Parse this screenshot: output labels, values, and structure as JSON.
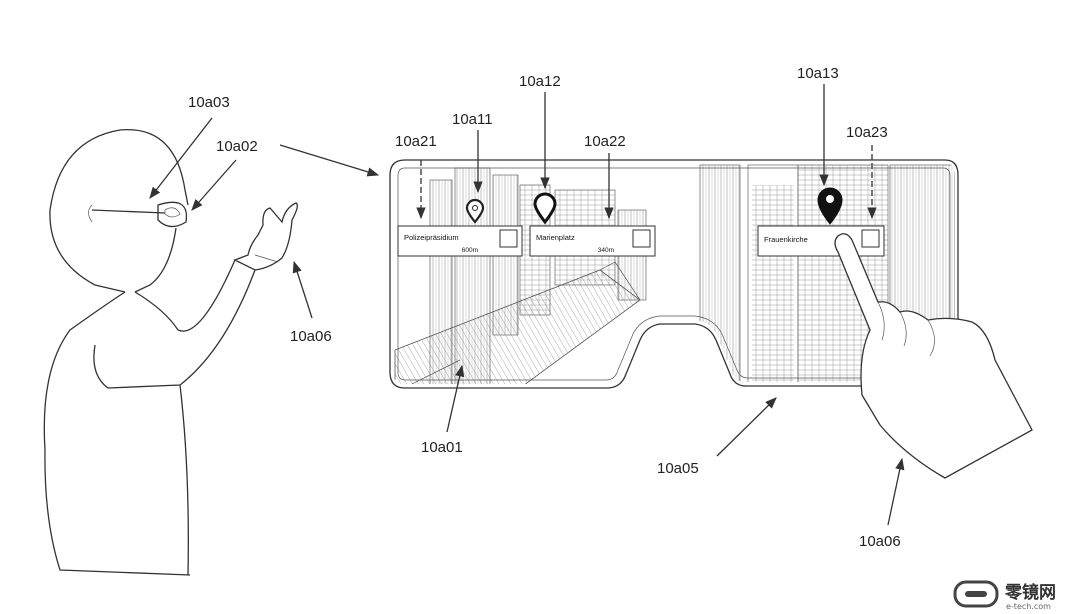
{
  "labels": {
    "display_right": "10a01",
    "glasses_frame": "10a02",
    "user_eye": "10a03",
    "glasses_outline": "10a05",
    "hand_left": "10a06",
    "hand_right": "10a06",
    "pin_1": "10a11",
    "pin_2": "10a12",
    "pin_3": "10a13",
    "card_1_ref": "10a21",
    "card_2_ref": "10a22",
    "card_3_ref": "10a23"
  },
  "poi_cards": [
    {
      "name": "Polizeipräsidium",
      "distance": "600m"
    },
    {
      "name": "Marienplatz",
      "distance": "340m"
    },
    {
      "name": "Frauenkirche",
      "distance": ""
    }
  ],
  "watermark": {
    "text": "零镜网",
    "subtext": "e-tech.com"
  }
}
